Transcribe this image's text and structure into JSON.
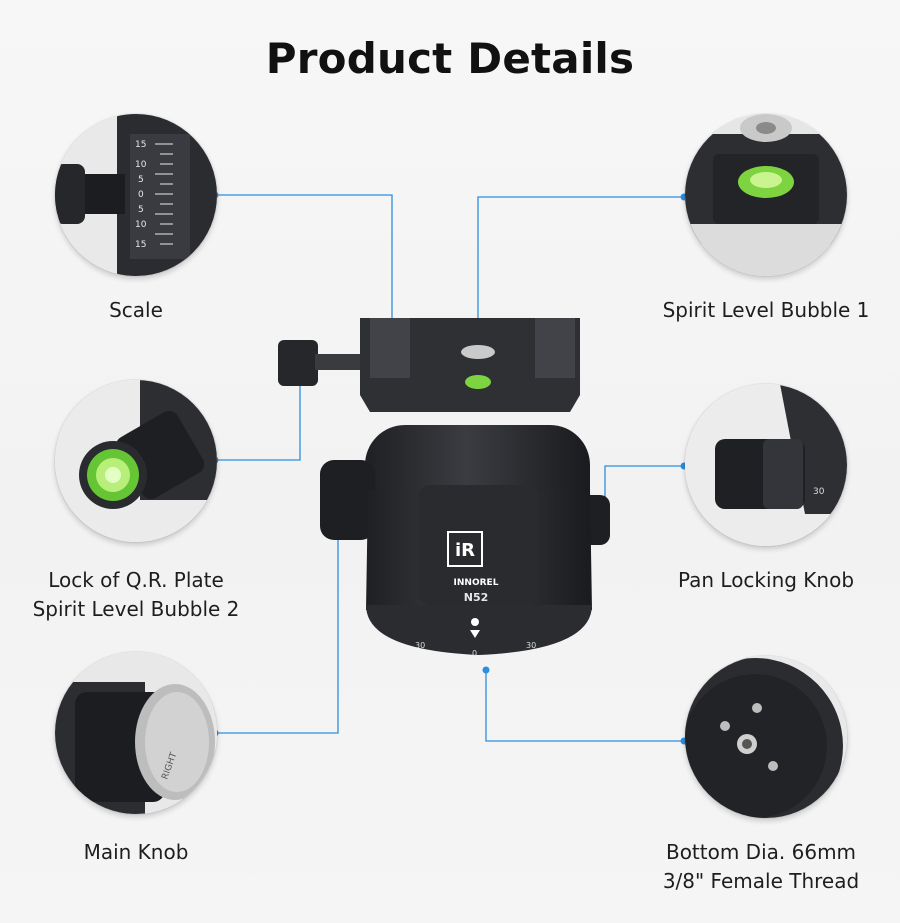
{
  "page": {
    "title": "Product Details"
  },
  "callouts": {
    "scale": {
      "label": "Scale",
      "icon": "scale-ruler-icon"
    },
    "spirit_level_1": {
      "label": "Spirit Level Bubble 1",
      "icon": "spirit-level-icon"
    },
    "lock_qr_plate": {
      "line1": "Lock of Q.R. Plate",
      "line2": "Spirit Level Bubble 2",
      "icon": "lock-knob-icon"
    },
    "pan_locking_knob": {
      "label": "Pan Locking Knob",
      "icon": "pan-knob-icon"
    },
    "main_knob": {
      "label": "Main Knob",
      "icon": "main-knob-icon"
    },
    "bottom": {
      "line1": "Bottom Dia. 66mm",
      "line2": "3/8\" Female Thread",
      "icon": "bottom-thread-icon"
    }
  },
  "product": {
    "logo": "iR",
    "brand": "INNOREL",
    "model": "N52",
    "scale_marks": [
      "15",
      "10",
      "5",
      "0",
      "5",
      "10",
      "15"
    ],
    "dial_marks": [
      "30",
      "0",
      "30"
    ],
    "knob_cap_text": "RIGHT",
    "pan_knob_mark": "30"
  },
  "colors": {
    "callout_line": "#2c8ee0",
    "metal_dark": "#2a2b2e",
    "bubble_green": "#8fe04a",
    "background": "#f4f4f4"
  }
}
